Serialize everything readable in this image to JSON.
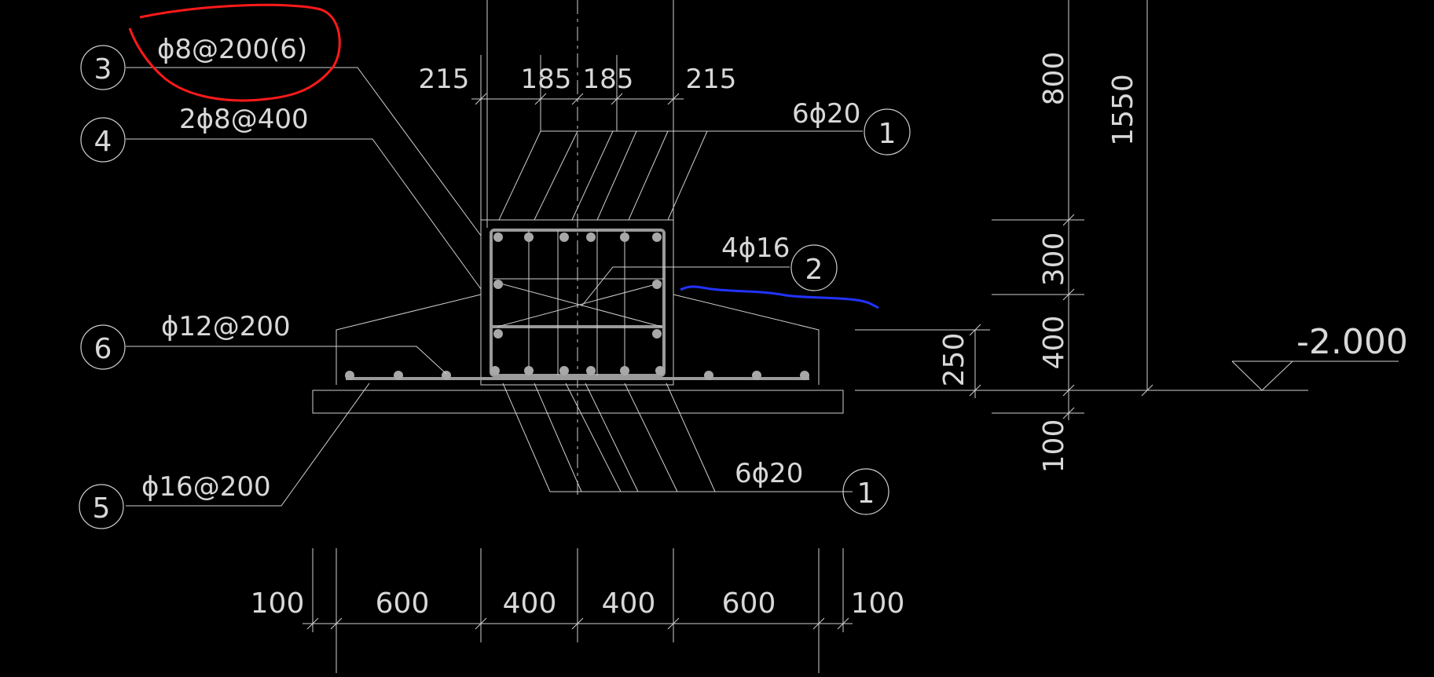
{
  "drawing": {
    "callouts": [
      {
        "number": "3",
        "spec": "ϕ8@200(6)"
      },
      {
        "number": "4",
        "spec": "2ϕ8@400"
      },
      {
        "number": "1",
        "spec": "6ϕ20"
      },
      {
        "number": "2",
        "spec": "4ϕ16"
      },
      {
        "number": "6",
        "spec": "ϕ12@200"
      },
      {
        "number": "5",
        "spec": "ϕ16@200"
      },
      {
        "number": "1",
        "spec": "6ϕ20"
      }
    ],
    "dims_top": [
      "215",
      "185",
      "185",
      "215"
    ],
    "dims_bottom": [
      "100",
      "600",
      "400",
      "400",
      "600",
      "100"
    ],
    "dims_right": [
      "800",
      "1550",
      "300",
      "400",
      "250",
      "100"
    ],
    "elevation": "-2.000",
    "markup_colors": {
      "red": "#ff1a1a",
      "blue": "#2233ff"
    }
  }
}
